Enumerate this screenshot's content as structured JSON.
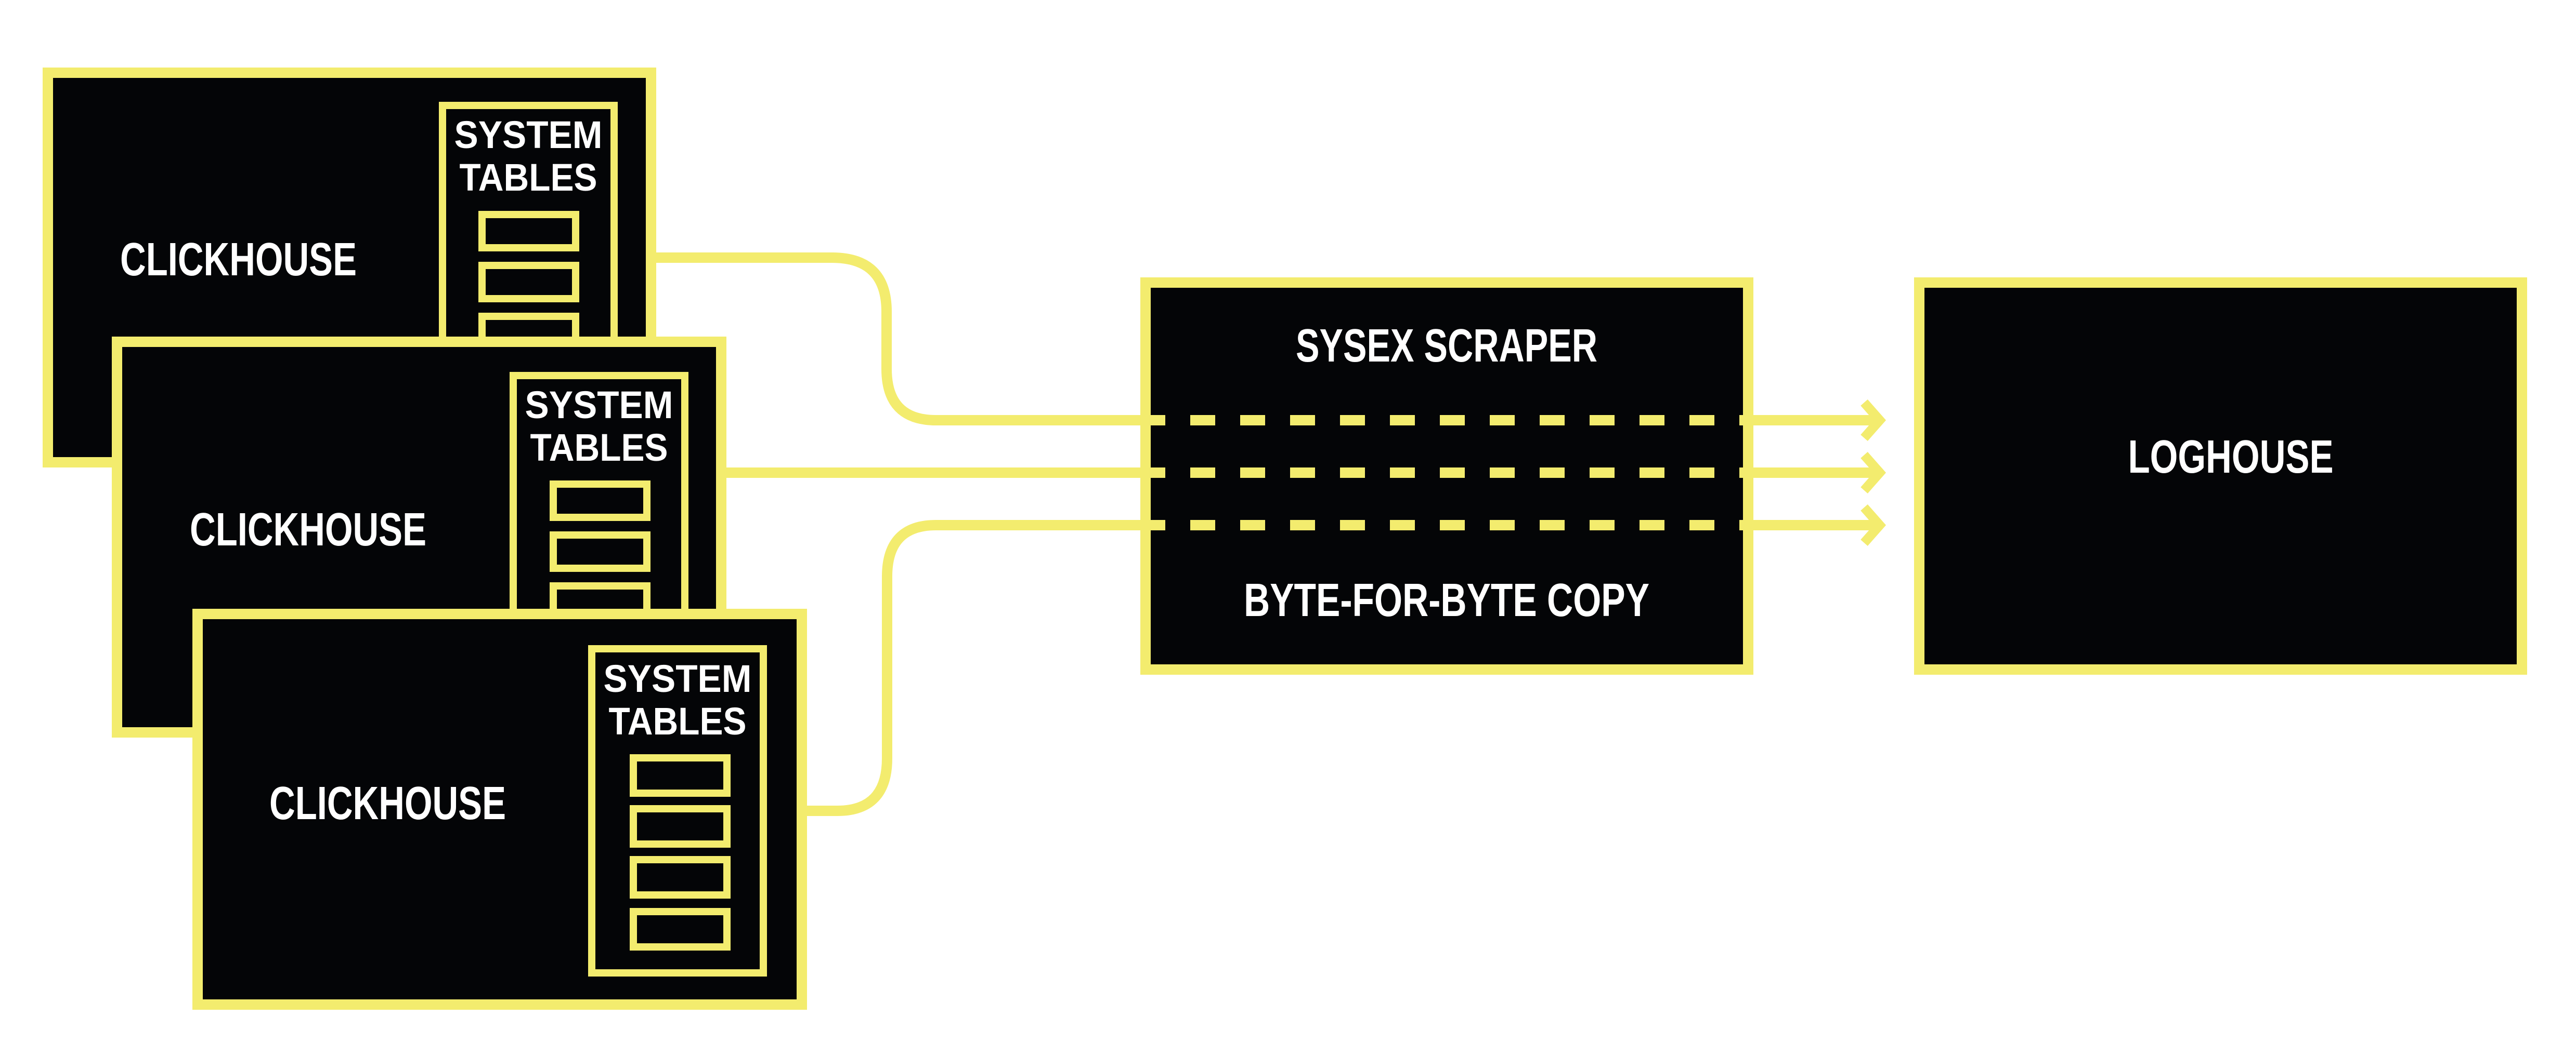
{
  "colors": {
    "accent": "#f3ec6e",
    "box_fill": "#040507",
    "text": "#ffffff",
    "background": "#ffffff"
  },
  "sources": [
    {
      "label": "CLICKHOUSE",
      "panel_line1": "SYSTEM",
      "panel_line2": "TABLES"
    },
    {
      "label": "CLICKHOUSE",
      "panel_line1": "SYSTEM",
      "panel_line2": "TABLES"
    },
    {
      "label": "CLICKHOUSE",
      "panel_line1": "SYSTEM",
      "panel_line2": "TABLES"
    }
  ],
  "scraper": {
    "title": "SYSEX SCRAPER",
    "subtitle": "BYTE-FOR-BYTE COPY"
  },
  "destination": {
    "label": "LOGHOUSE"
  }
}
